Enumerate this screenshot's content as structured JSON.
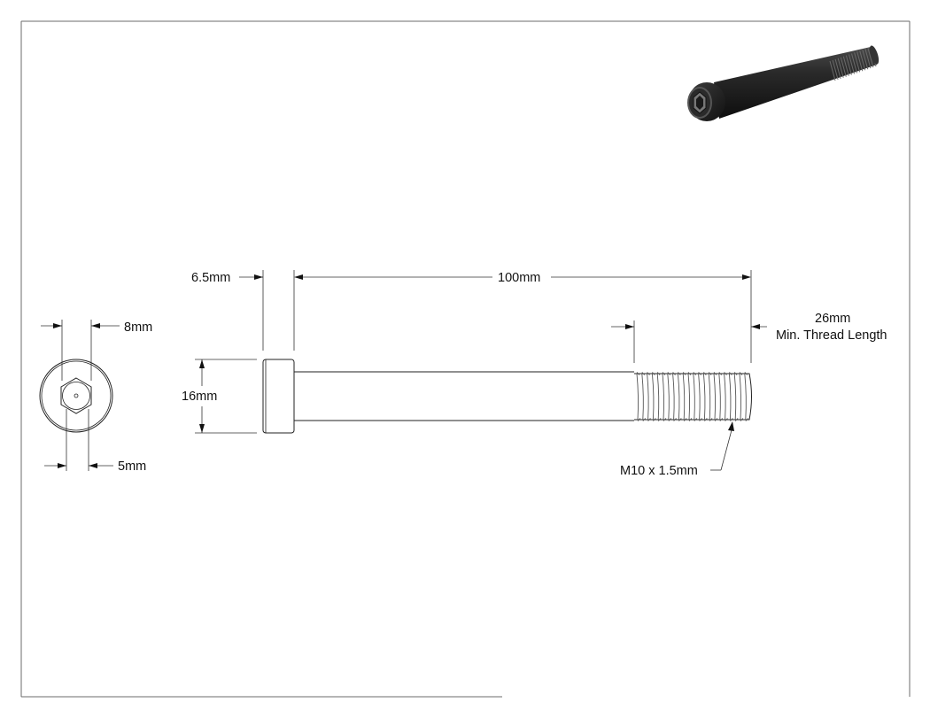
{
  "dimensions": {
    "head_height": "6.5mm",
    "shaft_length": "100mm",
    "thread_length_value": "26mm",
    "thread_length_note": "Min. Thread Length",
    "head_diameter": "16mm",
    "hex_drive_across": "8mm",
    "hex_socket": "5mm",
    "thread_spec": "M10 x 1.5mm"
  },
  "colors": {
    "frame": "#6b6b6b",
    "line": "#222222",
    "render_dark": "#1c1c1c"
  },
  "icons": {
    "preview": "bolt-3d-render-icon"
  }
}
